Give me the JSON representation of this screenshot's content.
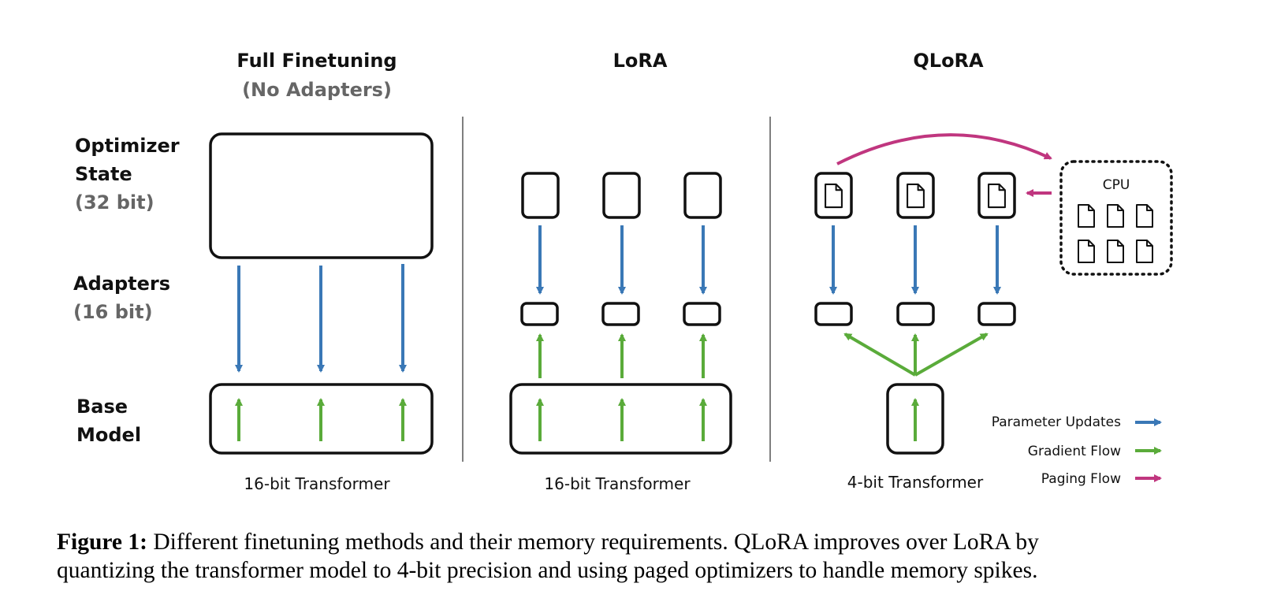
{
  "columns": [
    {
      "title": "Full Finetuning",
      "subtitle": "(No Adapters)",
      "footer": "16-bit Transformer"
    },
    {
      "title": "LoRA",
      "subtitle": "",
      "footer": "16-bit Transformer"
    },
    {
      "title": "QLoRA",
      "subtitle": "",
      "footer": "4-bit Transformer"
    }
  ],
  "rows": {
    "optimizer": {
      "line1": "Optimizer",
      "line2": "State",
      "bits": "(32 bit)"
    },
    "adapters": {
      "line1": "Adapters",
      "bits": "(16 bit)"
    },
    "base": {
      "line1": "Base",
      "line2": "Model"
    }
  },
  "cpu_label": "CPU",
  "legend": [
    {
      "label": "Parameter Updates",
      "color": "#3a78b6"
    },
    {
      "label": "Gradient Flow",
      "color": "#5aab3a"
    },
    {
      "label": "Paging Flow",
      "color": "#c0367f"
    }
  ],
  "caption": {
    "label": "Figure 1:",
    "line1": "Different finetuning methods and their memory requirements. QLoRA improves over LoRA by",
    "line2": "quantizing the transformer model to 4-bit precision and using paged optimizers to handle memory spikes."
  }
}
